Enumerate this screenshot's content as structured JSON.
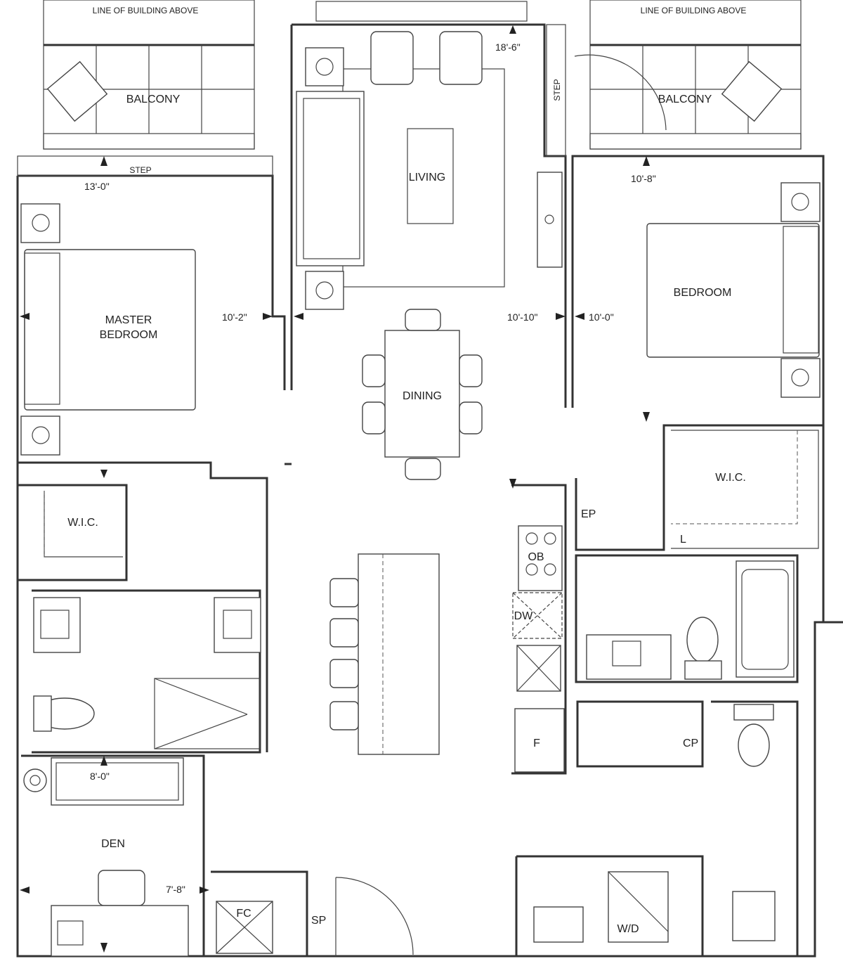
{
  "plan": {
    "balcony_left": {
      "label": "BALCONY",
      "note": "LINE OF BUILDING ABOVE"
    },
    "balcony_right": {
      "label": "BALCONY",
      "note": "LINE OF BUILDING ABOVE"
    },
    "step_left": "STEP",
    "step_right": "STEP",
    "living": {
      "label": "LIVING",
      "dimension": "18'-6\""
    },
    "master_bedroom": {
      "label_line1": "MASTER",
      "label_line2": "BEDROOM",
      "dim_width": "13'-0\"",
      "dim_depth": "10'-2\""
    },
    "bedroom": {
      "label": "BEDROOM",
      "dim_width": "10'-8\"",
      "dim_depth": "10'-0\""
    },
    "dining": {
      "label": "DINING",
      "dimension": "10'-10\""
    },
    "wic_left": "W.I.C.",
    "wic_right": "W.I.C.",
    "kitchen": {
      "oven": "OB",
      "dishwasher": "DW",
      "fridge": "F"
    },
    "electrical_panel": "EP",
    "linen": "L",
    "coat_closet": "CP",
    "den": {
      "label": "DEN",
      "dim_width": "8'-0\"",
      "dim_depth": "7'-8\""
    },
    "fan_coil": "FC",
    "sprinkler": "SP",
    "laundry": "W/D"
  }
}
